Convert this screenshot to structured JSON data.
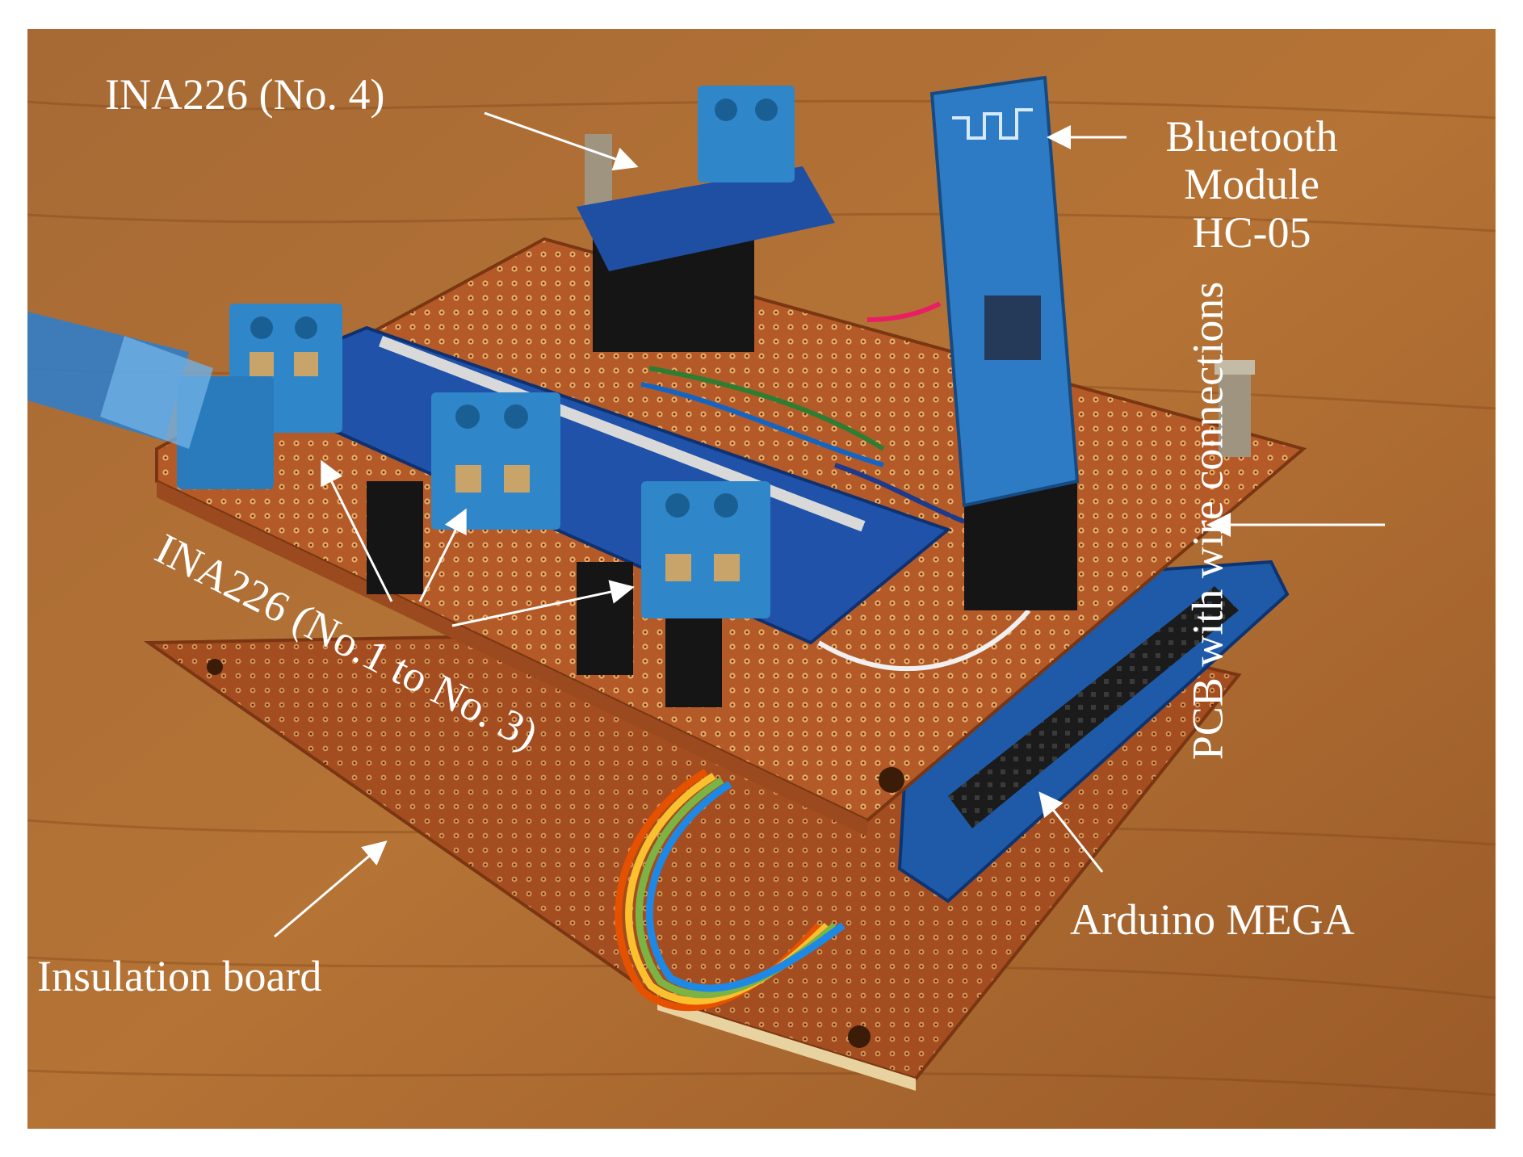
{
  "labels": {
    "ina226_no4": "INA226 (No. 4)",
    "bluetooth": [
      "Bluetooth",
      "Module",
      "HC-05"
    ],
    "pcb": "PCB with wire connections",
    "ina226_1_3": "INA226 (No.1 to No. 3)",
    "arduino": "Arduino MEGA",
    "insulation": "Insulation board"
  },
  "colors": {
    "table": "#b06a2c",
    "pcb": "#b45a28",
    "module": "#2a6fc0",
    "terminal": "#2f86c9",
    "header": "#161616",
    "label": "#ffffff"
  }
}
